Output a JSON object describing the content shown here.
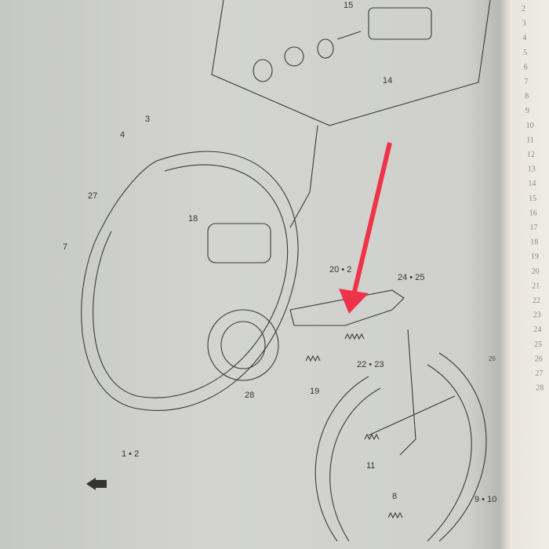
{
  "diagram": {
    "part_labels": [
      "15",
      "14",
      "3",
      "4",
      "27",
      "18",
      "7",
      "20 • 2",
      "24 • 25",
      "22 • 23",
      "19",
      "28",
      "26",
      "11",
      "8",
      "9 • 10",
      "1 • 2"
    ],
    "margin_index": [
      "2",
      "3",
      "4",
      "5",
      "6",
      "7",
      "8",
      "9",
      "10",
      "11",
      "12",
      "13",
      "14",
      "15",
      "16",
      "17",
      "18",
      "19",
      "20",
      "21",
      "22",
      "23",
      "24",
      "25",
      "26",
      "27",
      "28"
    ],
    "arrow_color": "#f0324a",
    "front_icon": "front-arrow-icon"
  }
}
